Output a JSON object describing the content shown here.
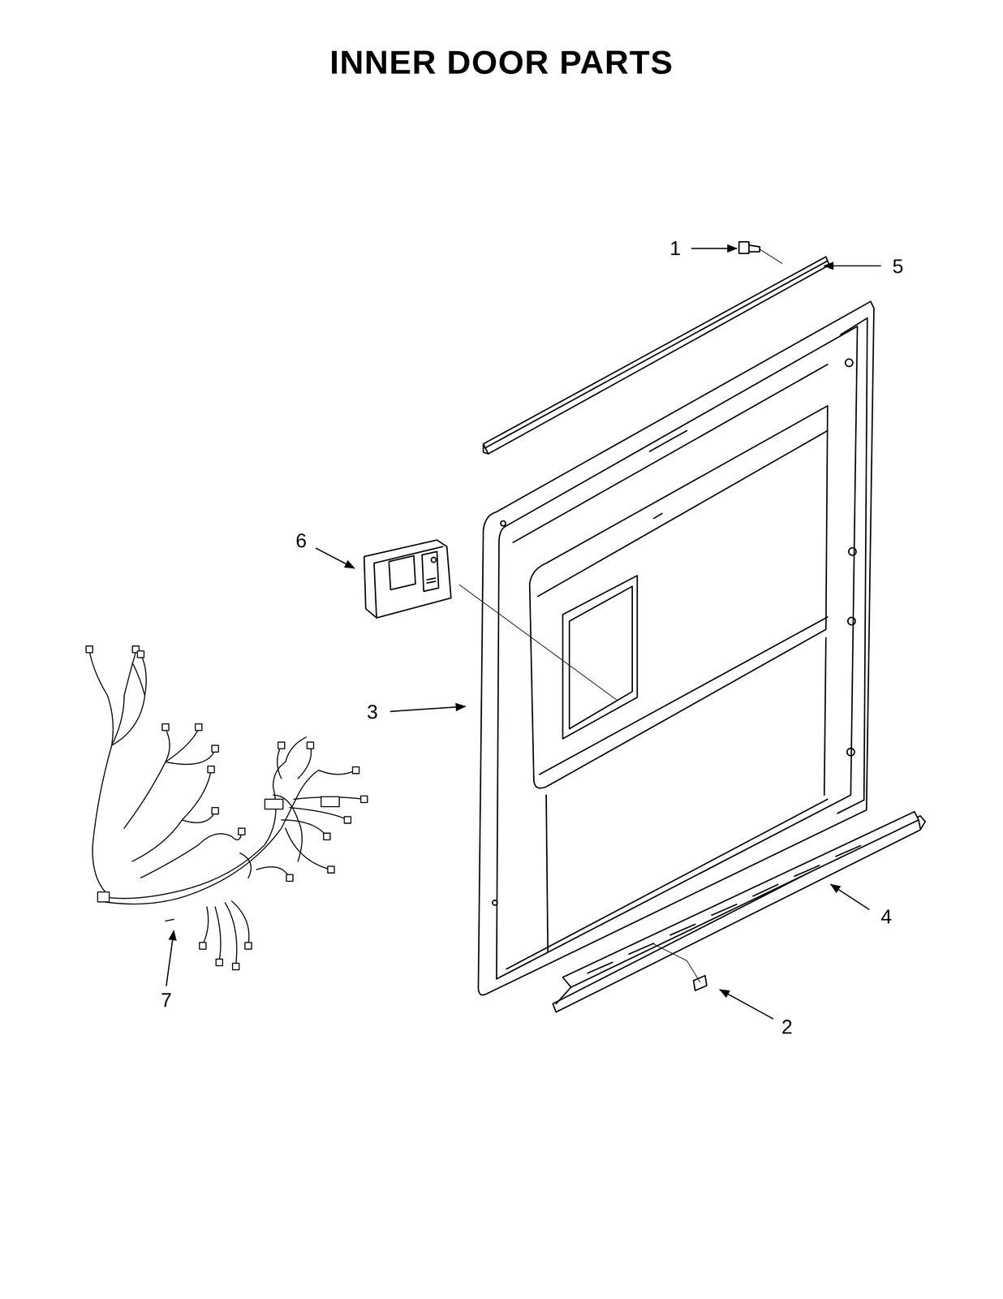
{
  "diagram": {
    "title": "INNER DOOR PARTS",
    "labels": [
      "1",
      "5",
      "6",
      "3",
      "4",
      "7",
      "2"
    ]
  }
}
